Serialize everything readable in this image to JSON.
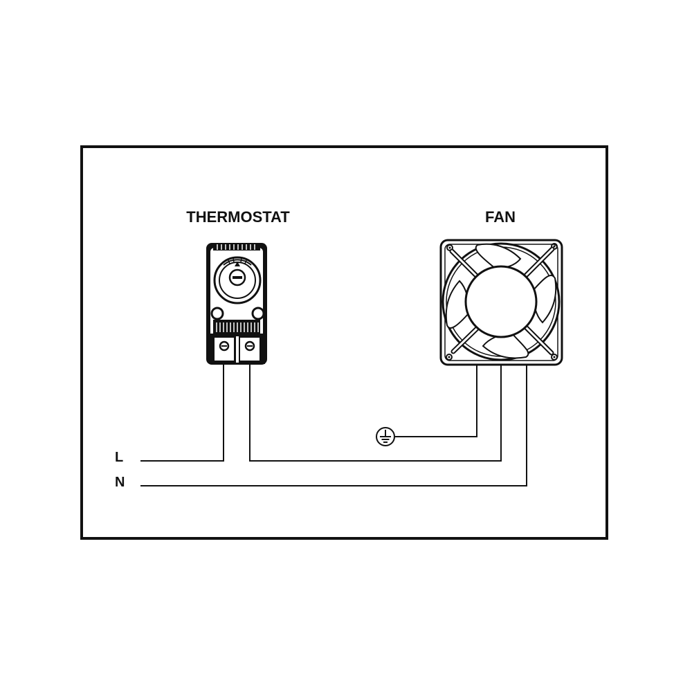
{
  "labels": {
    "thermostat": "THERMOSTAT",
    "fan": "FAN",
    "line": "L",
    "neutral": "N"
  },
  "icons": {
    "thermostat": "thermostat-icon",
    "fan": "fan-icon",
    "ground": "ground-icon"
  },
  "colors": {
    "line_art": "#111111",
    "background": "#ffffff"
  }
}
